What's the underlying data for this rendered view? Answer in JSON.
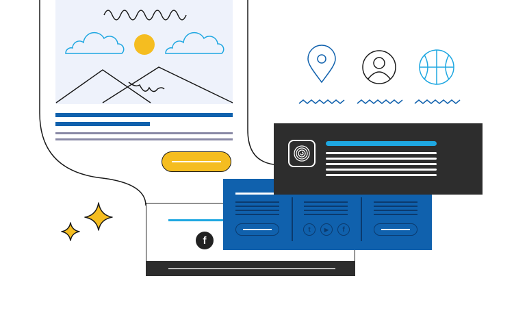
{
  "colors": {
    "brand_blue": "#1061ad",
    "dark_panel": "#2d2d2d",
    "accent_cyan": "#1ea7e1",
    "sun_yellow": "#f5bd20",
    "line_gray": "#8a8aa6"
  },
  "icons": {
    "hero": [
      "cloud-icon",
      "sun-icon",
      "cloud-icon",
      "mountain-icon",
      "wave-icon"
    ],
    "top_right": [
      "map-pin-icon",
      "user-profile-icon",
      "basketball-icon"
    ],
    "dark_panel": [
      "fingerprint-icon"
    ],
    "social": [
      "twitter-icon",
      "youtube-icon",
      "facebook-icon"
    ],
    "decor": [
      "sparkle-icon",
      "sparkle-icon"
    ]
  },
  "lower_card": {
    "badge_letter": "f"
  },
  "social_letters": {
    "twitter": "t",
    "youtube": "▶",
    "facebook": "f"
  }
}
